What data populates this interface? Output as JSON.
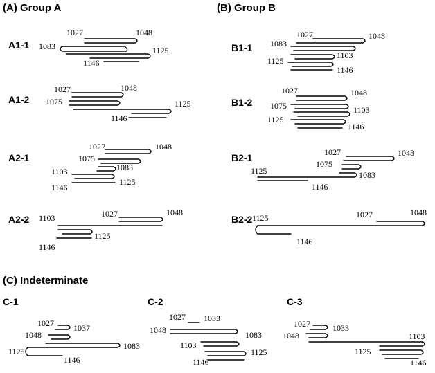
{
  "sections": {
    "a": "(A) Group A",
    "b": "(B) Group B",
    "c": "(C) Indeterminate"
  },
  "panels": {
    "a1_1": "A1-1",
    "a1_2": "A1-2",
    "a2_1": "A2-1",
    "a2_2": "A2-2",
    "b1_1": "B1-1",
    "b1_2": "B1-2",
    "b2_1": "B2-1",
    "b2_2": "B2-2",
    "c1": "C-1",
    "c2": "C-2",
    "c3": "C-3"
  },
  "labels": {
    "a1_1": [
      "1027",
      "1048",
      "1083",
      "1125",
      "1146"
    ],
    "a1_2": [
      "1027",
      "1048",
      "1075",
      "1125",
      "1146"
    ],
    "a2_1": [
      "1027",
      "1048",
      "1075",
      "1083",
      "1103",
      "1125",
      "1146"
    ],
    "a2_2": [
      "1103",
      "1027",
      "1048",
      "1125",
      "1146"
    ],
    "b1_1": [
      "1027",
      "1048",
      "1083",
      "1103",
      "1125",
      "1146"
    ],
    "b1_2": [
      "1027",
      "1048",
      "1075",
      "1103",
      "1125",
      "1146"
    ],
    "b2_1": [
      "1027",
      "1048",
      "1075",
      "1125",
      "1083",
      "1146"
    ],
    "b2_2": [
      "1125",
      "1027",
      "1048",
      "1146"
    ],
    "c1": [
      "1027",
      "1037",
      "1048",
      "1083",
      "1125",
      "1146"
    ],
    "c2": [
      "1027",
      "1033",
      "1048",
      "1083",
      "1103",
      "1125",
      "1146"
    ],
    "c3": [
      "1027",
      "1033",
      "1048",
      "1103",
      "1125",
      "1146"
    ]
  }
}
